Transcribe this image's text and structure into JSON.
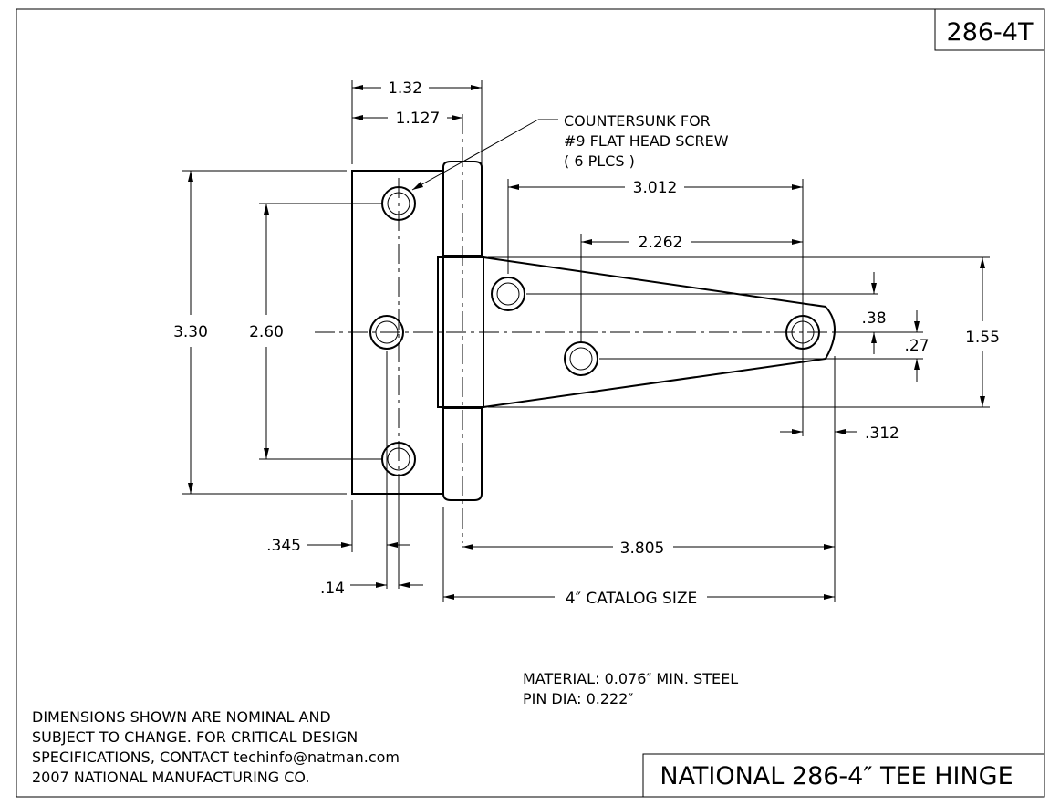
{
  "part_number": "286-4T",
  "title": "NATIONAL 286-4″ TEE HINGE",
  "callout": {
    "line1": "COUNTERSUNK FOR",
    "line2": "#9 FLAT HEAD SCREW",
    "line3": "( 6 PLCS )"
  },
  "dimensions": {
    "overall_leaf_width": "1.32",
    "leaf_to_pin": "1.127",
    "strap_hole_span": "3.012",
    "strap_hole_offset": "2.262",
    "leaf_height": "3.30",
    "leaf_hole_span": "2.60",
    "hole_offset_38": ".38",
    "hole_offset_27": ".27",
    "strap_height": "1.55",
    "strap_tip": ".312",
    "leaf_hole_edge": ".345",
    "countersink": ".14",
    "pin_to_tip": "3.805",
    "catalog_size": "4″ CATALOG SIZE"
  },
  "material": {
    "line1": "MATERIAL: 0.076″ MIN. STEEL",
    "line2": "PIN DIA: 0.222″"
  },
  "disclaimer": {
    "line1": "DIMENSIONS SHOWN ARE NOMINAL AND",
    "line2": "SUBJECT TO CHANGE. FOR CRITICAL DESIGN",
    "line3": "SPECIFICATIONS, CONTACT techinfo@natman.com",
    "line4": "2007 NATIONAL MANUFACTURING CO."
  }
}
